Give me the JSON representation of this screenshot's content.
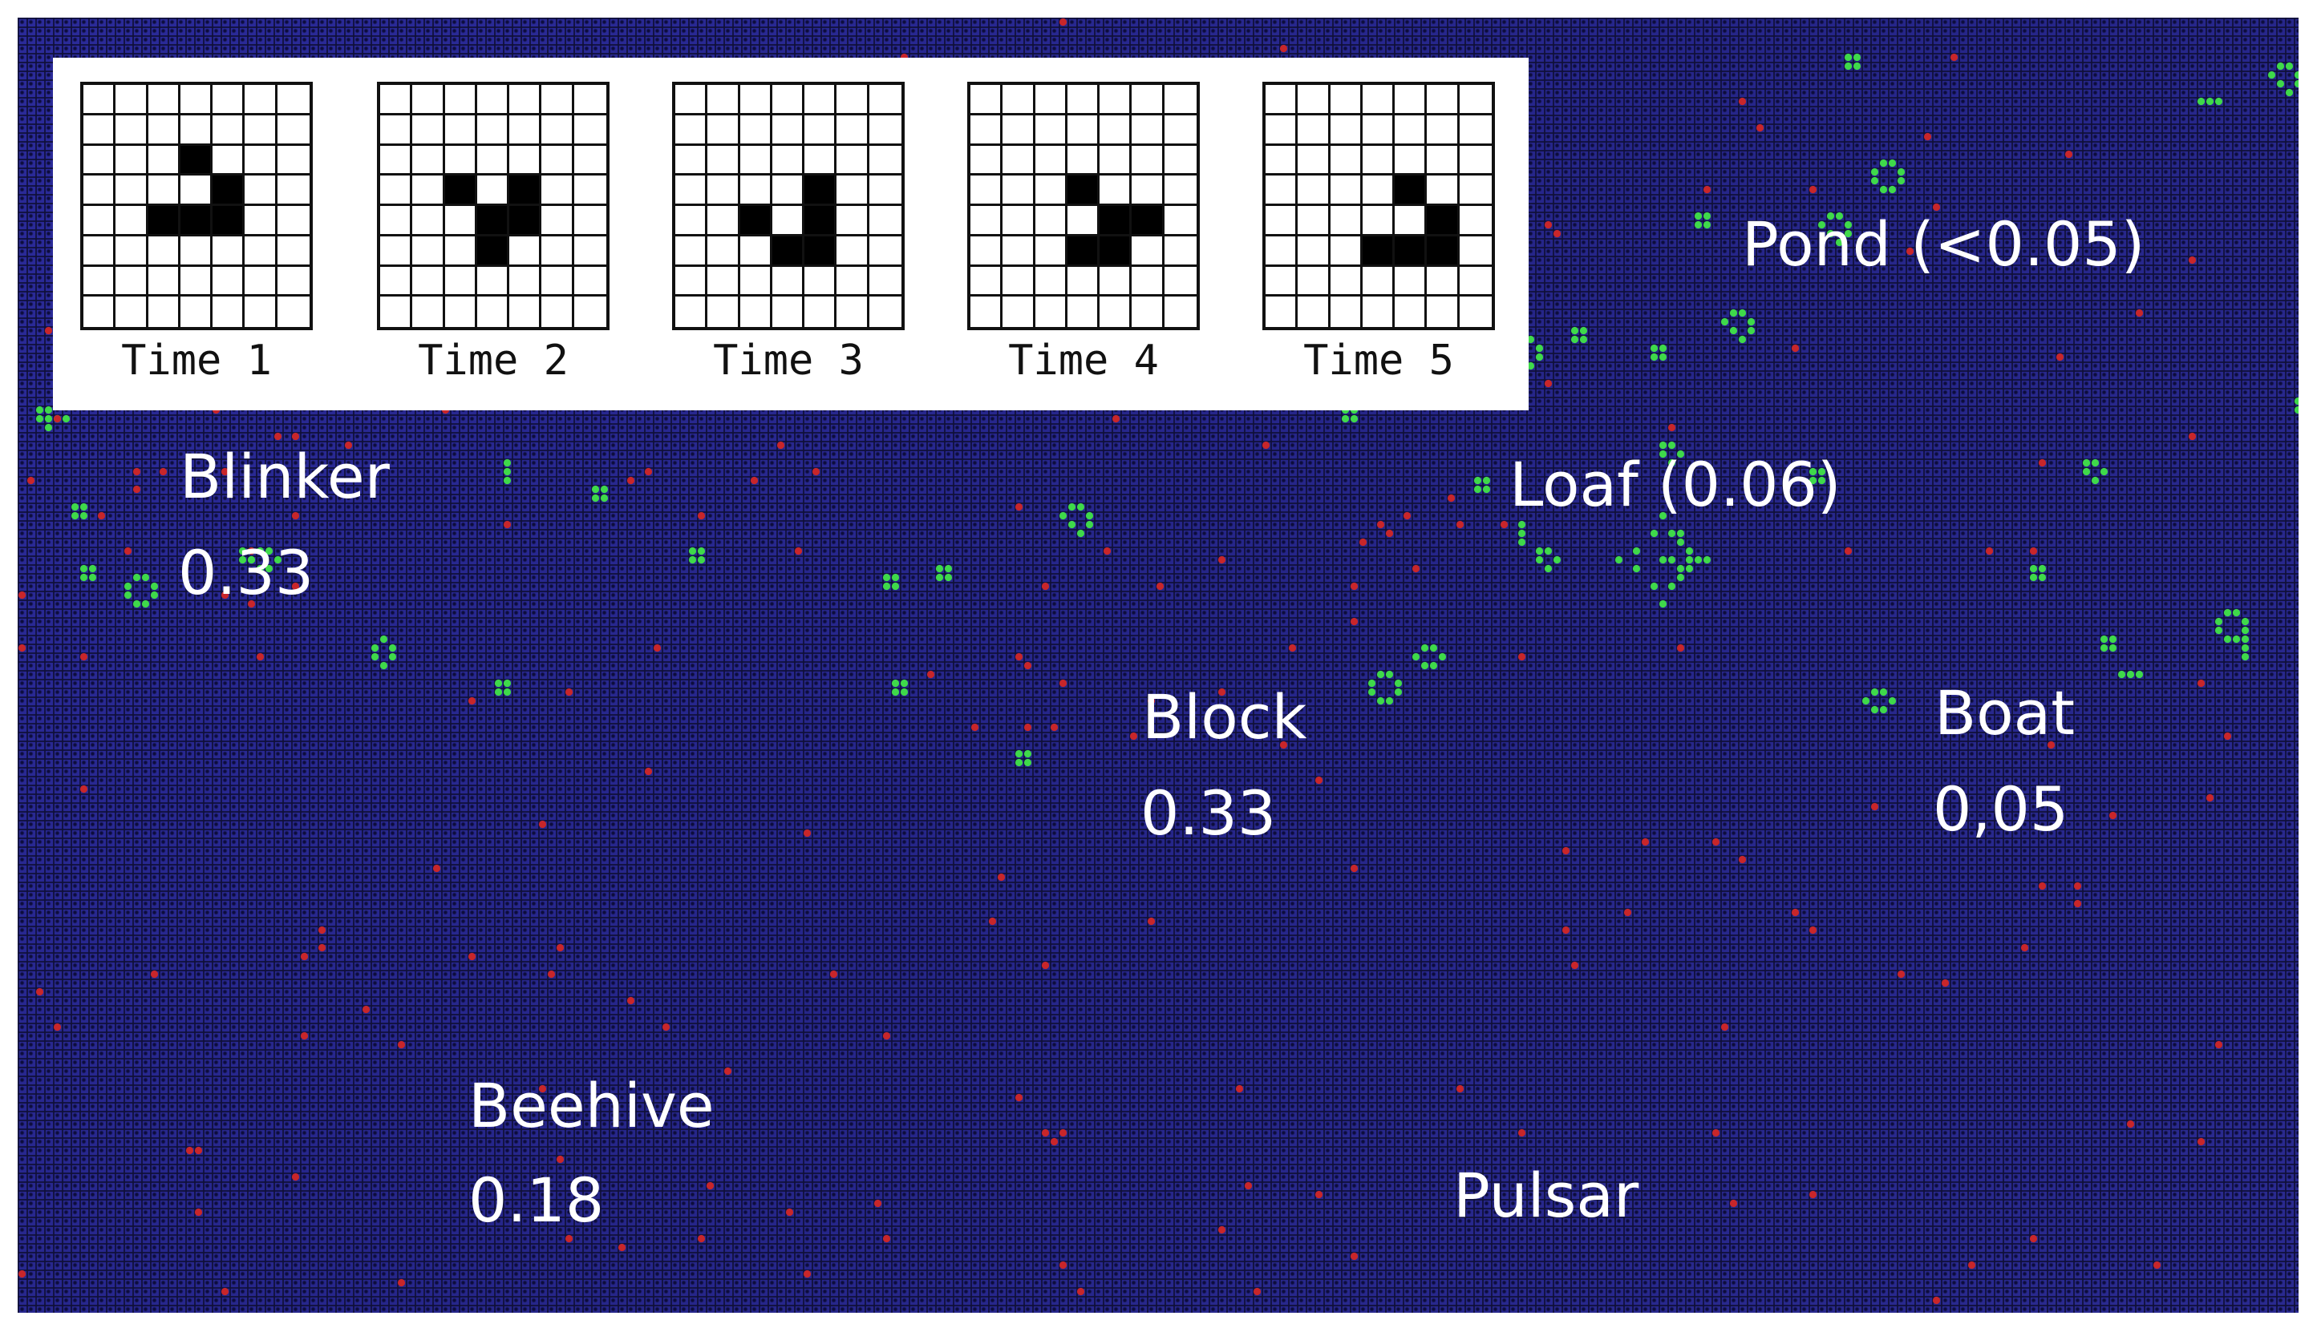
{
  "inset": {
    "panels": [
      {
        "title": "Time 1",
        "on": [
          [
            2,
            3
          ],
          [
            3,
            4
          ],
          [
            4,
            2
          ],
          [
            4,
            3
          ],
          [
            4,
            4
          ]
        ]
      },
      {
        "title": "Time 2",
        "on": [
          [
            3,
            2
          ],
          [
            3,
            4
          ],
          [
            4,
            3
          ],
          [
            4,
            4
          ],
          [
            5,
            3
          ]
        ]
      },
      {
        "title": "Time 3",
        "on": [
          [
            3,
            4
          ],
          [
            4,
            2
          ],
          [
            4,
            4
          ],
          [
            5,
            3
          ],
          [
            5,
            4
          ]
        ]
      },
      {
        "title": "Time 4",
        "on": [
          [
            3,
            3
          ],
          [
            4,
            4
          ],
          [
            4,
            5
          ],
          [
            5,
            3
          ],
          [
            5,
            4
          ]
        ]
      },
      {
        "title": "Time 5",
        "on": [
          [
            3,
            4
          ],
          [
            4,
            5
          ],
          [
            5,
            3
          ],
          [
            5,
            4
          ],
          [
            5,
            5
          ]
        ]
      }
    ]
  },
  "labels": {
    "blinker_name": "Blinker",
    "blinker_value": "0.33",
    "block_name": "Block",
    "block_value": "0.33",
    "beehive_name": "Beehive",
    "beehive_value": "0.18",
    "boat_name": "Boat",
    "boat_value": "0,05",
    "loaf": "Loaf (0.06)",
    "pond": "Pond (<0.05)",
    "pulsar": "Pulsar"
  },
  "colors": {
    "live_cell": "#3fd94a",
    "dying_cell": "#c8262a",
    "board": "#2a2a88"
  }
}
